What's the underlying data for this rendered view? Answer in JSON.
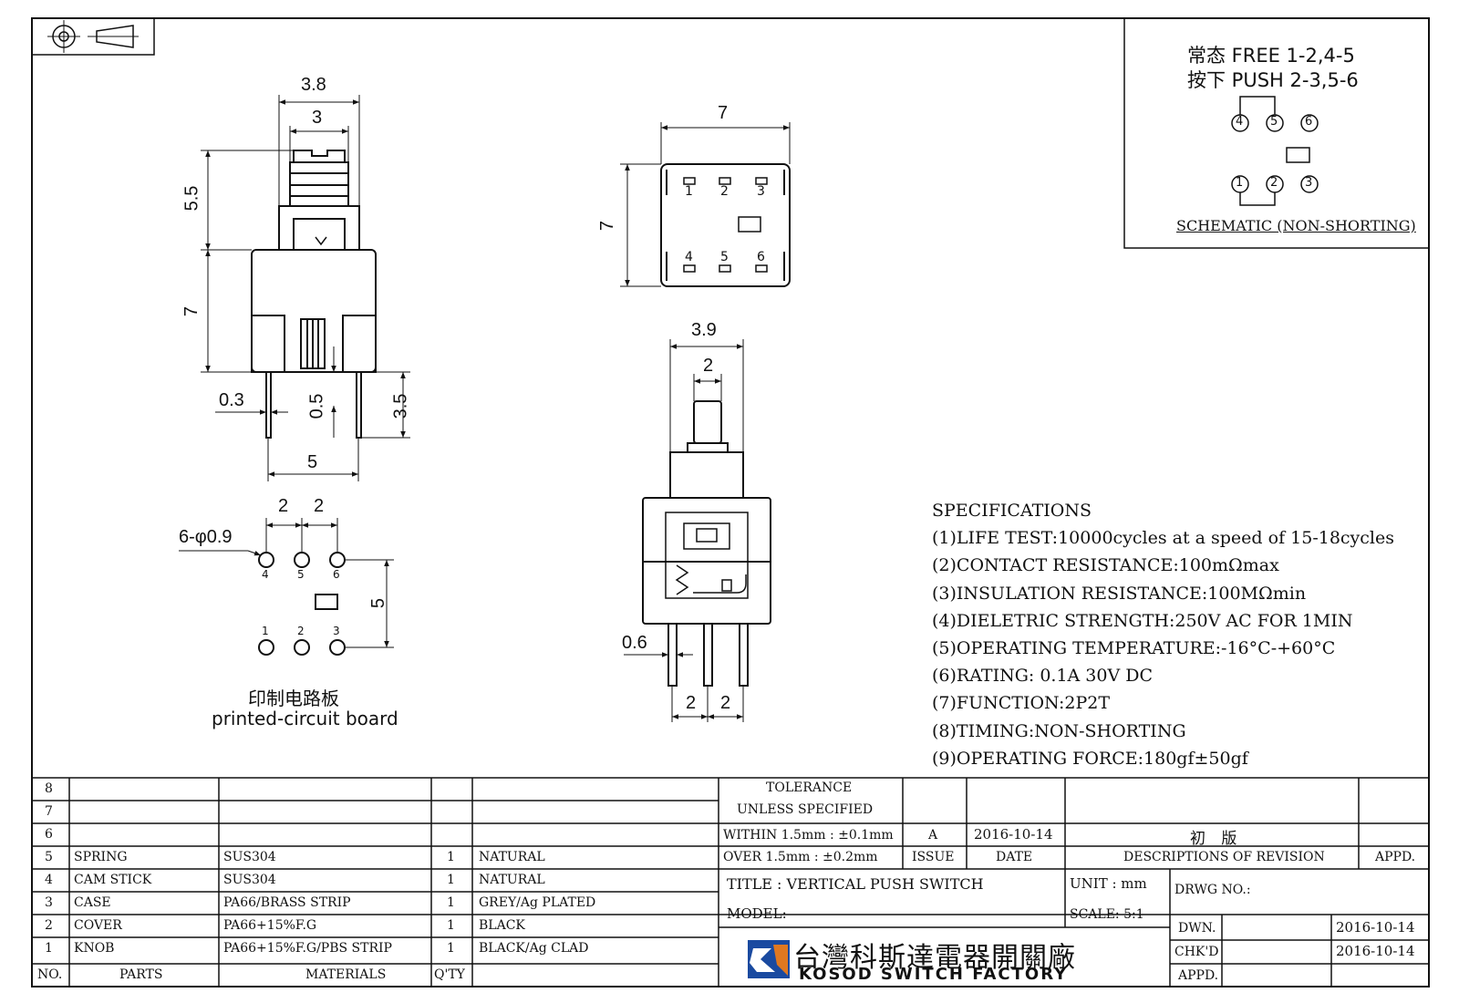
{
  "schematic": {
    "line1": "常态 FREE 1-2,4-5",
    "line2": "按下 PUSH 2-3,5-6",
    "pins_top": [
      "4",
      "5",
      "6"
    ],
    "pins_bottom": [
      "1",
      "2",
      "3"
    ],
    "caption": "SCHEMATIC (NON-SHORTING)"
  },
  "side_view": {
    "dim_3_8": "3.8",
    "dim_3": "3",
    "dim_5_5": "5.5",
    "dim_7": "7",
    "dim_0_3": "0.3",
    "dim_0_5": "0.5",
    "dim_3_5": "3.5",
    "dim_5": "5"
  },
  "top_view": {
    "dim_w": "7",
    "dim_h": "7",
    "pins_top": [
      "1",
      "2",
      "3"
    ],
    "pins_bottom": [
      "4",
      "5",
      "6"
    ]
  },
  "front_view": {
    "dim_3_9": "3.9",
    "dim_2": "2",
    "dim_0_6": "0.6",
    "dim_pitch_a": "2",
    "dim_pitch_b": "2"
  },
  "pcb": {
    "dim_a": "2",
    "dim_b": "2",
    "hole_label": "6-φ0.9",
    "dim_5": "5",
    "pins_top": [
      "4",
      "5",
      "6"
    ],
    "pins_bottom": [
      "1",
      "2",
      "3"
    ],
    "label_cn": "印制电路板",
    "label_en": "printed-circuit board"
  },
  "specifications": {
    "title": "SPECIFICATIONS",
    "items": [
      "(1)LIFE TEST:10000cycles at a speed of 15-18cycles",
      "(2)CONTACT RESISTANCE:100mΩmax",
      "(3)INSULATION RESISTANCE:100MΩmin",
      "(4)DIELETRIC STRENGTH:250V AC FOR 1MIN",
      "(5)OPERATING TEMPERATURE:-16°C-+60°C",
      "(6)RATING: 0.1A 30V DC",
      "(7)FUNCTION:2P2T",
      "(8)TIMING:NON-SHORTING",
      "(9)OPERATING FORCE:180gf±50gf"
    ]
  },
  "bom": {
    "rows": [
      {
        "no": "8",
        "part": "",
        "material": "",
        "qty": "",
        "finish": ""
      },
      {
        "no": "7",
        "part": "",
        "material": "",
        "qty": "",
        "finish": ""
      },
      {
        "no": "6",
        "part": "",
        "material": "",
        "qty": "",
        "finish": ""
      },
      {
        "no": "5",
        "part": "SPRING",
        "material": "SUS304",
        "qty": "1",
        "finish": "NATURAL"
      },
      {
        "no": "4",
        "part": "CAM STICK",
        "material": "SUS304",
        "qty": "1",
        "finish": "NATURAL"
      },
      {
        "no": "3",
        "part": "CASE",
        "material": "PA66/BRASS STRIP",
        "qty": "1",
        "finish": "GREY/Ag PLATED"
      },
      {
        "no": "2",
        "part": "COVER",
        "material": "PA66+15%F.G",
        "qty": "1",
        "finish": "BLACK"
      },
      {
        "no": "1",
        "part": "KNOB",
        "material": "PA66+15%F.G/PBS STRIP",
        "qty": "1",
        "finish": "BLACK/Ag CLAD"
      }
    ],
    "header": {
      "no": "NO.",
      "part": "PARTS",
      "material": "MATERIALS",
      "qty": "Q'TY"
    }
  },
  "title_block": {
    "tolerance_1": "TOLERANCE",
    "tolerance_2": "UNLESS  SPECIFIED",
    "within": "WITHIN 1.5mm : ±0.1mm",
    "over": "OVER 1.5mm : ±0.2mm",
    "issue_val": "A",
    "date_val": "2016-10-14",
    "desc_val": "初 版",
    "issue_hdr": "ISSUE",
    "date_hdr": "DATE",
    "desc_hdr": "DESCRIPTIONS OF REVISION",
    "appd_hdr": "APPD.",
    "title": "TITLE :  VERTICAL PUSH SWITCH",
    "unit": "UNIT :  mm",
    "model": "MODEL:",
    "scale": "SCALE:  5:1",
    "drwg_no": "DRWG NO.:",
    "dwn": "DWN.",
    "dwn_date": "2016-10-14",
    "chkd": "CHK'D",
    "chkd_date": "2016-10-14",
    "appd": "APPD.",
    "company_cn": "台灣科斯達電器開關廠",
    "company_en": "KOSOD SWITCH FACTORY"
  },
  "colors": {
    "ink": "#111111",
    "logo_blue": "#1a4aa0",
    "logo_orange": "#e07820"
  }
}
